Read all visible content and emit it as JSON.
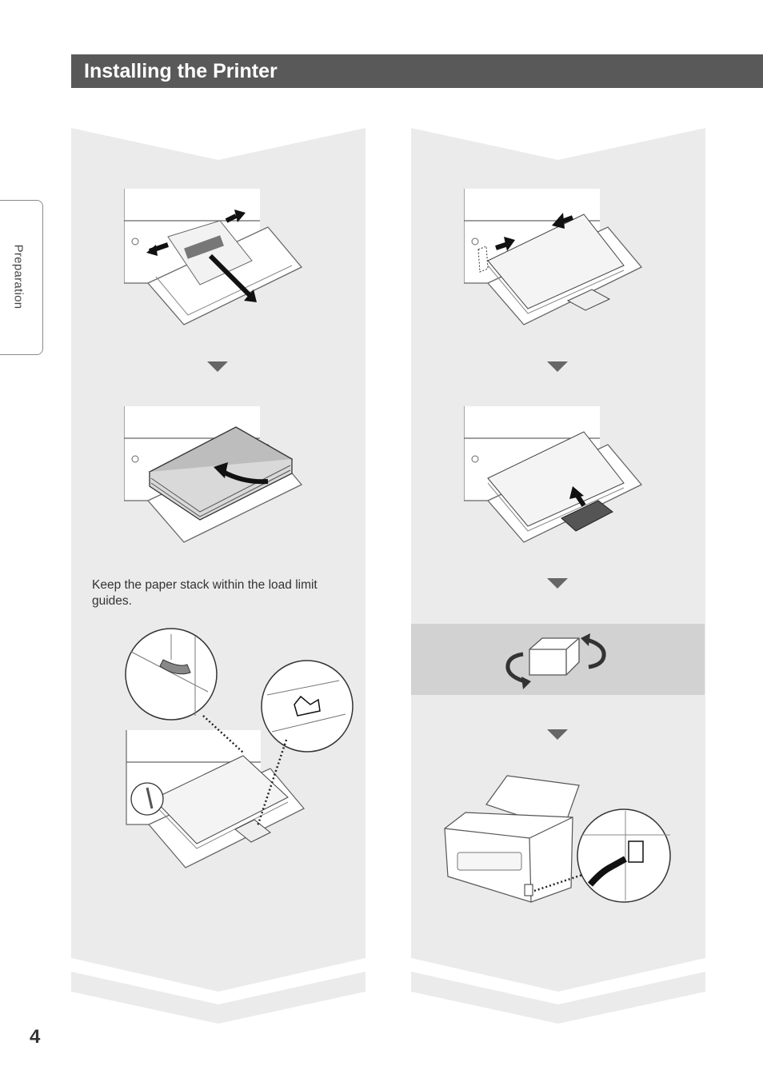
{
  "header": {
    "title": "Installing the Printer"
  },
  "side_tab": {
    "label": "Preparation"
  },
  "left_column": {
    "note": "Keep the paper stack within the load limit guides."
  },
  "footer": {
    "page_number": "4"
  },
  "colors": {
    "title_bar": "#595959",
    "panel_background": "#ebebeb",
    "band_background": "#d2d2d2",
    "arrow": "#666666"
  },
  "icons": [
    "printer-tray-guides-icon",
    "paper-stack-load-icon",
    "load-limit-guides-icon",
    "paper-size-guide-adjust-icon",
    "paper-end-guide-icon",
    "rotate-printer-icon",
    "power-cord-connect-icon"
  ]
}
